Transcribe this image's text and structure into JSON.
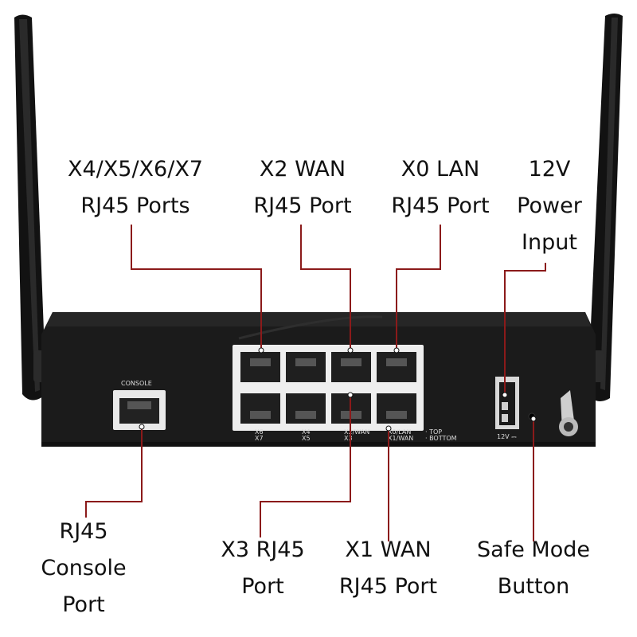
{
  "labels": {
    "x4_x7": [
      "X4/X5/X6/X7",
      "RJ45 Ports"
    ],
    "x2_wan": [
      "X2 WAN",
      "RJ45 Port"
    ],
    "x0_lan": [
      "X0 LAN",
      "RJ45 Port"
    ],
    "power": [
      "12V",
      "Power",
      "Input"
    ],
    "console": [
      "RJ45",
      "Console",
      "Port"
    ],
    "x3": [
      "X3 RJ45",
      "Port"
    ],
    "x1_wan": [
      "X1 WAN",
      "RJ45 Port"
    ],
    "safe_mode": [
      "Safe Mode",
      "Button"
    ]
  },
  "device_text": {
    "console": "CONSOLE",
    "x6": "X6",
    "x7": "X7",
    "x4": "X4",
    "x5": "X5",
    "x2_wan": "X2/WAN",
    "x3": "X3",
    "x0_lan": "X0/LAN",
    "x1_wan": "X1/WAN",
    "top": "· TOP",
    "bottom": "· BOTTOM",
    "voltage": "12V ⎓"
  },
  "colors": {
    "leader": "#8b1a1a",
    "chassis": "#1b1b1b",
    "port_panel": "#eeeeee"
  }
}
